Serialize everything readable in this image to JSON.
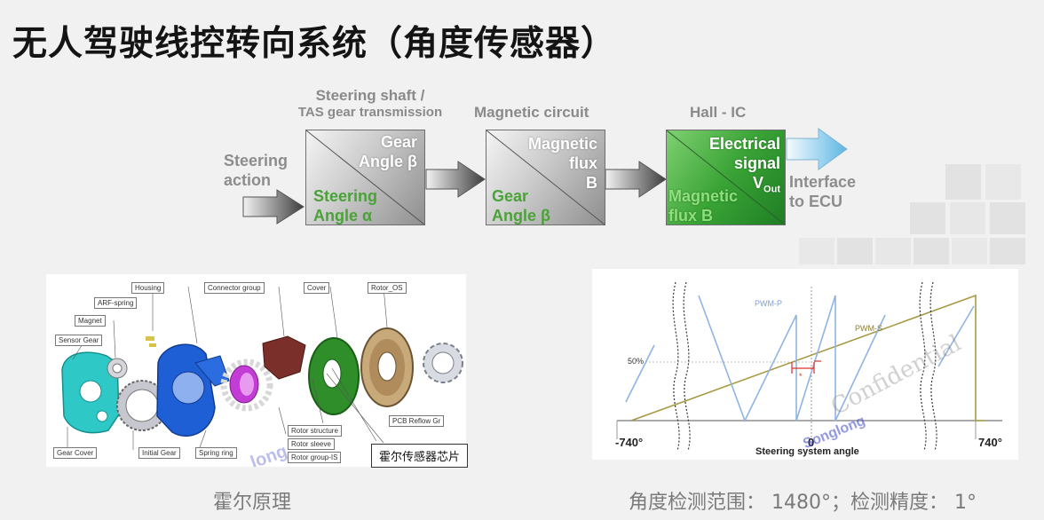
{
  "slide": {
    "title": "无人驾驶线控转向系统（角度传感器）"
  },
  "flow": {
    "input_label": [
      "Steering",
      "action"
    ],
    "header_1": [
      "Steering shaft /",
      "TAS gear transmission"
    ],
    "header_2": "Magnetic circuit",
    "header_3": "Hall - IC",
    "box1_top": [
      "Gear",
      "Angle β"
    ],
    "box1_bottom": [
      "Steering",
      "Angle α"
    ],
    "box2_top": [
      "Magnetic",
      "flux",
      "B"
    ],
    "box2_bottom": [
      "Gear",
      "Angle β"
    ],
    "box3_top": [
      "Electrical",
      "signal",
      "V"
    ],
    "box3_top_sub": "Out",
    "box3_bottom": [
      "Magnetic",
      "flux B"
    ],
    "output_label": [
      "Interface",
      "to ECU"
    ]
  },
  "exploded_view": {
    "parts": {
      "housing": "Housing",
      "connector": "Connector group",
      "cover": "Cover",
      "rotor_os": "Rotor_OS",
      "arf_spring": "ARF-spring",
      "magnet": "Magnet",
      "sensor_gear": "Sensor Gear",
      "gear_cover": "Gear Cover",
      "initial_gear": "Initial Gear",
      "spring_ring": "Spring ring",
      "rotor_structure": "Rotor structure",
      "rotor_sleeve": "Rotor sleeve",
      "rotor_group_is": "Rotor group-IS",
      "pcb": "PCB Reflow Gr"
    },
    "callout": "霍尔传感器芯片",
    "watermark": "long",
    "caption": "霍尔原理"
  },
  "waveform": {
    "pwm_p": "PWM-P",
    "pwm_s": "PWM-S",
    "level_label": "50%",
    "x_left": "-740°",
    "x_mid": "0",
    "x_right": "740°",
    "x_title": "Steering system angle",
    "watermark_1": "Confidential",
    "watermark_2": "Songlong",
    "colors": {
      "pwm_p": "#8fb4e3",
      "pwm_s": "#a89a45",
      "marker": "#e0302a"
    },
    "caption": "角度检测范围： 1480°；检测精度： 1°"
  }
}
